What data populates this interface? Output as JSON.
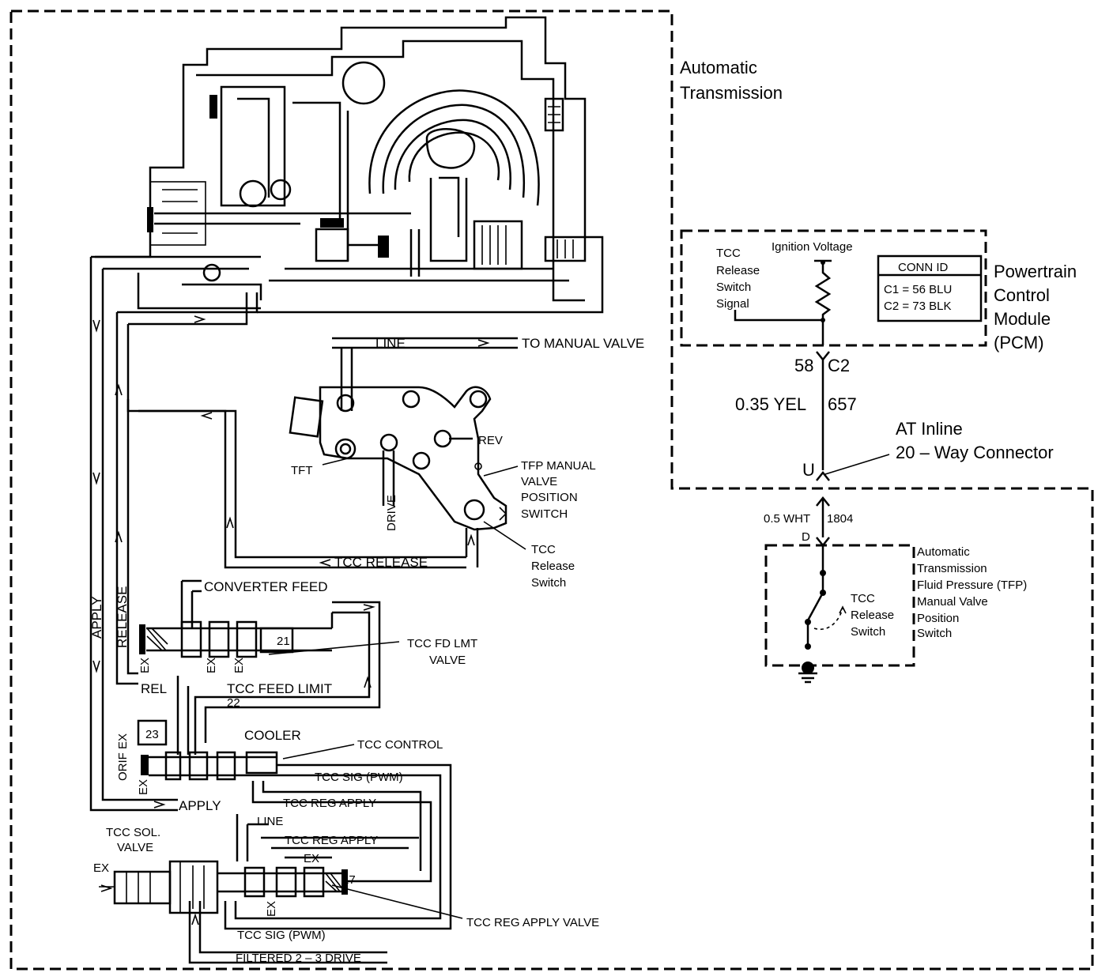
{
  "automatic_transmission": {
    "line1": "Automatic",
    "line2": "Transmission"
  },
  "pcm": {
    "title": [
      "Powertrain",
      "Control",
      "Module",
      "(PCM)"
    ],
    "signal_label": [
      "TCC",
      "Release",
      "Switch",
      "Signal"
    ],
    "ignition_voltage": "Ignition Voltage",
    "conn_id_header": "CONN ID",
    "conn_c1": "C1 = 56 BLU",
    "conn_c2": "C2 = 73 BLK"
  },
  "wiring": {
    "pin_58": "58",
    "pin_c2": "C2",
    "wire_upper": "0.35 YEL",
    "circuit_upper": "657",
    "inline_pin_u": "U",
    "inline_label": [
      "AT Inline",
      "20 – Way Connector"
    ],
    "wire_lower": "0.5 WHT",
    "circuit_lower": "1804",
    "pin_d": "D"
  },
  "tfp_switch": {
    "title": [
      "Automatic",
      "Transmission",
      "Fluid Pressure (TFP)",
      "Manual Valve",
      "Position",
      "Switch"
    ],
    "switch_label": [
      "TCC",
      "Release",
      "Switch"
    ]
  },
  "hydraulic": {
    "line": "LINE",
    "to_manual_valve": "TO MANUAL VALVE",
    "rev": "REV",
    "tft": "TFT",
    "drive": "DRIVE",
    "tfp_manual": [
      "TFP  MANUAL",
      "VALVE",
      "POSITION",
      "SWITCH"
    ],
    "tcc_release_switch": [
      "TCC",
      "Release",
      "Switch"
    ],
    "tcc_release": "TCC RELEASE",
    "converter_feed": "CONVERTER FEED",
    "apply_vertical": "APPLY",
    "release_vertical": "RELEASE",
    "ex": "EX",
    "num_21": "21",
    "tcc_fd_lmt_valve": [
      "TCC FD LMT",
      "VALVE"
    ],
    "rel": "REL",
    "tcc_feed_limit": "TCC FEED LIMIT",
    "num_22": "22",
    "num_23": "23",
    "orif_ex": "ORIF EX",
    "cooler": "COOLER",
    "tcc_control": "TCC CONTROL",
    "tcc_sig_pwm": "TCC SIG (PWM)",
    "apply": "APPLY",
    "tcc_reg_apply": "TCC REG APPLY",
    "line2": "LINE",
    "tcc_sol_valve": [
      "TCC SOL.",
      "VALVE"
    ],
    "num_17": "17",
    "tcc_reg_apply_valve": "TCC REG APPLY VALVE",
    "filtered_drive": "FILTERED 2 – 3 DRIVE"
  }
}
